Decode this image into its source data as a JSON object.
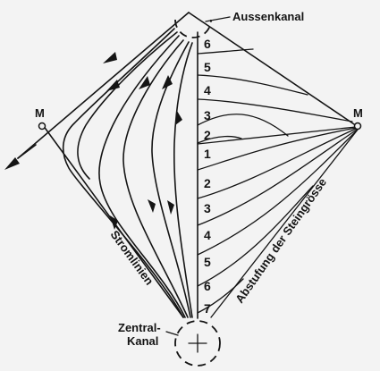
{
  "labels": {
    "outer_channel": "Aussenkanal",
    "central_channel_line1": "Zentral-",
    "central_channel_line2": "Kanal",
    "streamlines": "Stromlinien",
    "grading": "Abstufung der Steingrösse",
    "left_marker": "M",
    "right_marker": "M"
  },
  "grade_numbers_upper": [
    "6",
    "5",
    "4",
    "3",
    "2",
    "1"
  ],
  "grade_numbers_lower": [
    "2",
    "3",
    "4",
    "5",
    "6",
    "7"
  ],
  "colors": {
    "ink": "#141414",
    "paper": "#f3f3f3"
  }
}
